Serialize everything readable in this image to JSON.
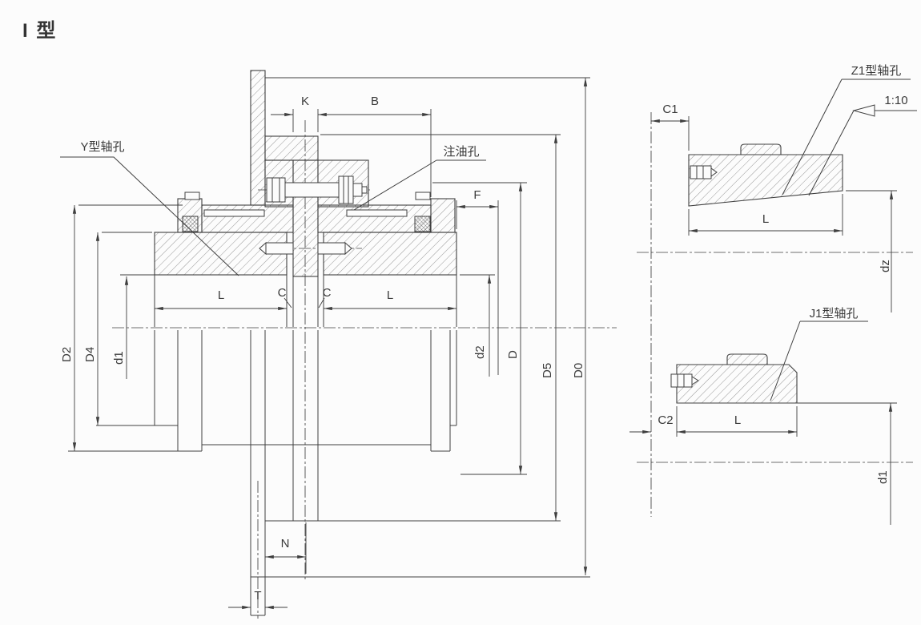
{
  "title": "I 型",
  "colors": {
    "line": "#3f3f3f",
    "background": "#fcfcfc"
  },
  "main_view": {
    "callouts": {
      "y_bore": "Y型轴孔",
      "oil_hole": "注油孔"
    },
    "dims": {
      "K": "K",
      "B": "B",
      "F": "F",
      "L_left": "L",
      "L_right": "L",
      "C_left": "C",
      "C_right": "C",
      "N": "N",
      "T": "T",
      "D2": "D2",
      "D4": "D4",
      "d1": "d1",
      "d2": "d2",
      "D": "D",
      "D5": "D5",
      "D0": "D0"
    }
  },
  "z1_view": {
    "callout": "Z1型轴孔",
    "taper": "1:10",
    "dims": {
      "C1": "C1",
      "L": "L",
      "dz": "dz"
    }
  },
  "j1_view": {
    "callout": "J1型轴孔",
    "dims": {
      "C2": "C2",
      "L": "L",
      "d1": "d1"
    }
  }
}
